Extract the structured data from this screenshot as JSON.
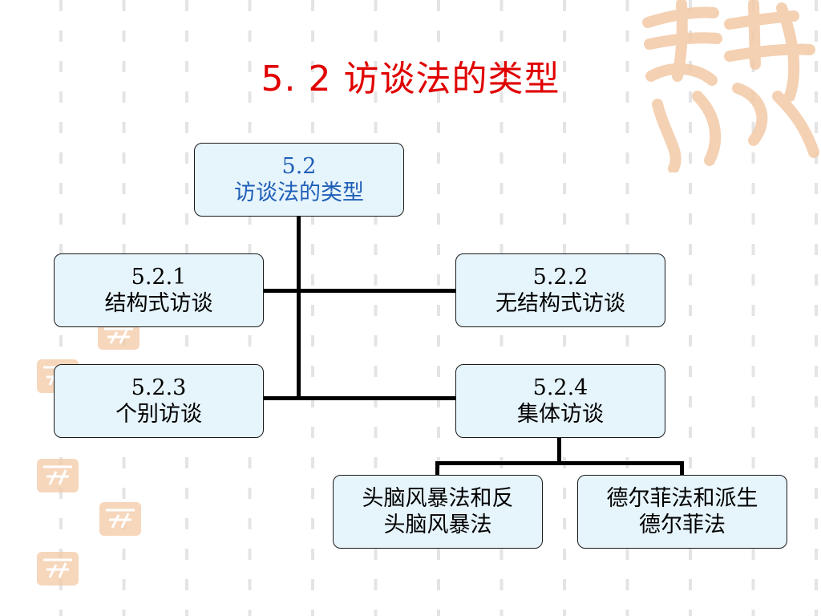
{
  "slide": {
    "title": "5. 2  访谈法的类型"
  },
  "diagram": {
    "root": {
      "line1": "5.2",
      "line2": "访谈法的类型"
    },
    "n1": {
      "line1": "5.2.1",
      "line2": "结构式访谈"
    },
    "n2": {
      "line1": "5.2.2",
      "line2": "无结构式访谈"
    },
    "n3": {
      "line1": "5.2.3",
      "line2": "个别访谈"
    },
    "n4": {
      "line1": "5.2.4",
      "line2": "集体访谈"
    },
    "n5": {
      "line1": "头脑风暴法和反",
      "line2": "头脑风暴法"
    },
    "n6": {
      "line1": "德尔菲法和派生",
      "line2": "德尔菲法"
    }
  },
  "colors": {
    "title": "#e00000",
    "root_text": "#1f5fb8",
    "node_fill": "#e6f4fb",
    "seal": "#f3c9a6"
  }
}
